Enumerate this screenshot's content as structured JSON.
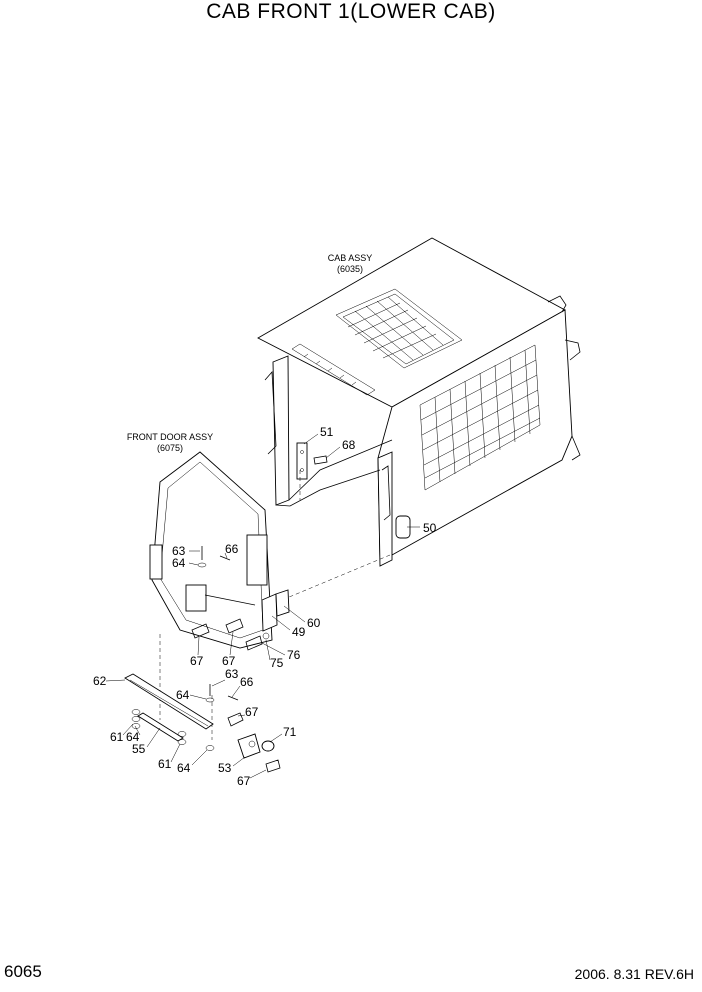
{
  "header": {
    "title": "CAB FRONT 1(LOWER CAB)"
  },
  "footer": {
    "page_number": "6065",
    "revision": "2006. 8.31  REV.6H"
  },
  "assemblies": [
    {
      "name": "CAB ASSY",
      "ref": "(6035)"
    },
    {
      "name": "FRONT DOOR ASSY",
      "ref": "(6075)"
    }
  ],
  "callouts": [
    "51",
    "68",
    "50",
    "63",
    "64",
    "66",
    "60",
    "49",
    "76",
    "75",
    "67",
    "67",
    "62",
    "63",
    "66",
    "64",
    "67",
    "71",
    "61",
    "64",
    "55",
    "61",
    "64",
    "53",
    "67"
  ]
}
